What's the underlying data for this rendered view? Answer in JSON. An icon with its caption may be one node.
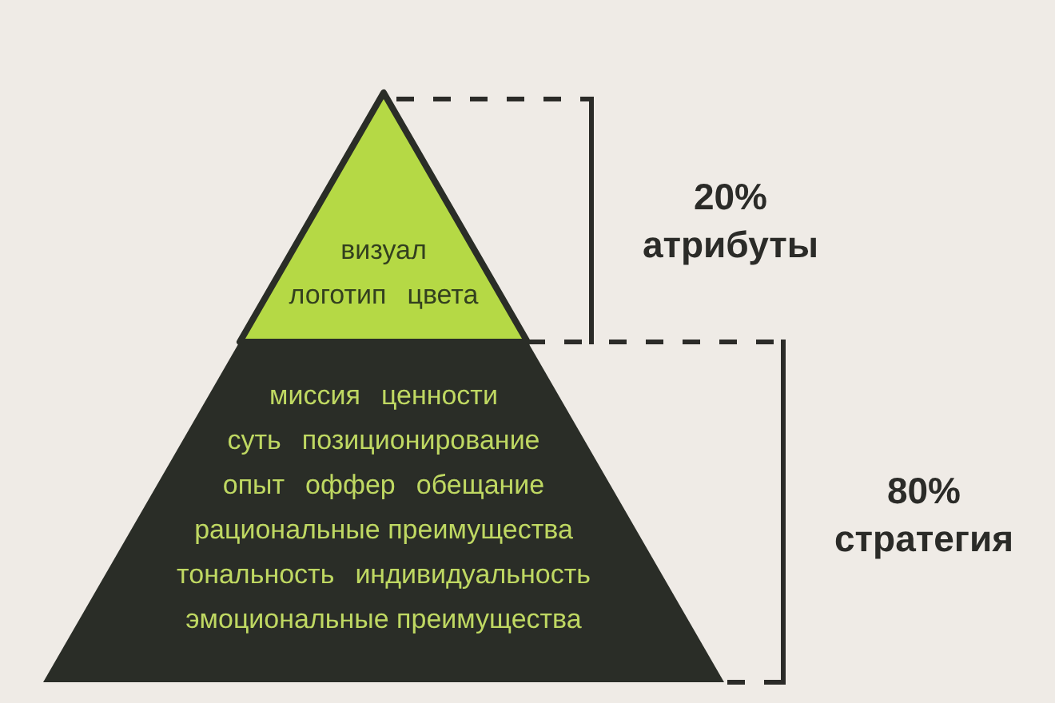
{
  "diagram": {
    "nodes": [
      {
        "text": [
          "визуал",
          "логотип",
          "цвета"
        ]
      },
      {
        "text": [
          "миссия",
          "ценности",
          "суть",
          "позиционирование",
          "опыт",
          "оффер",
          "обещание",
          "рациональные преимущества",
          "тональность",
          "индивидуальность",
          "эмоциональные преимущества"
        ]
      }
    ],
    "edges": [],
    "labels": [
      "20% атрибуты",
      "80% стратегия"
    ]
  }
}
